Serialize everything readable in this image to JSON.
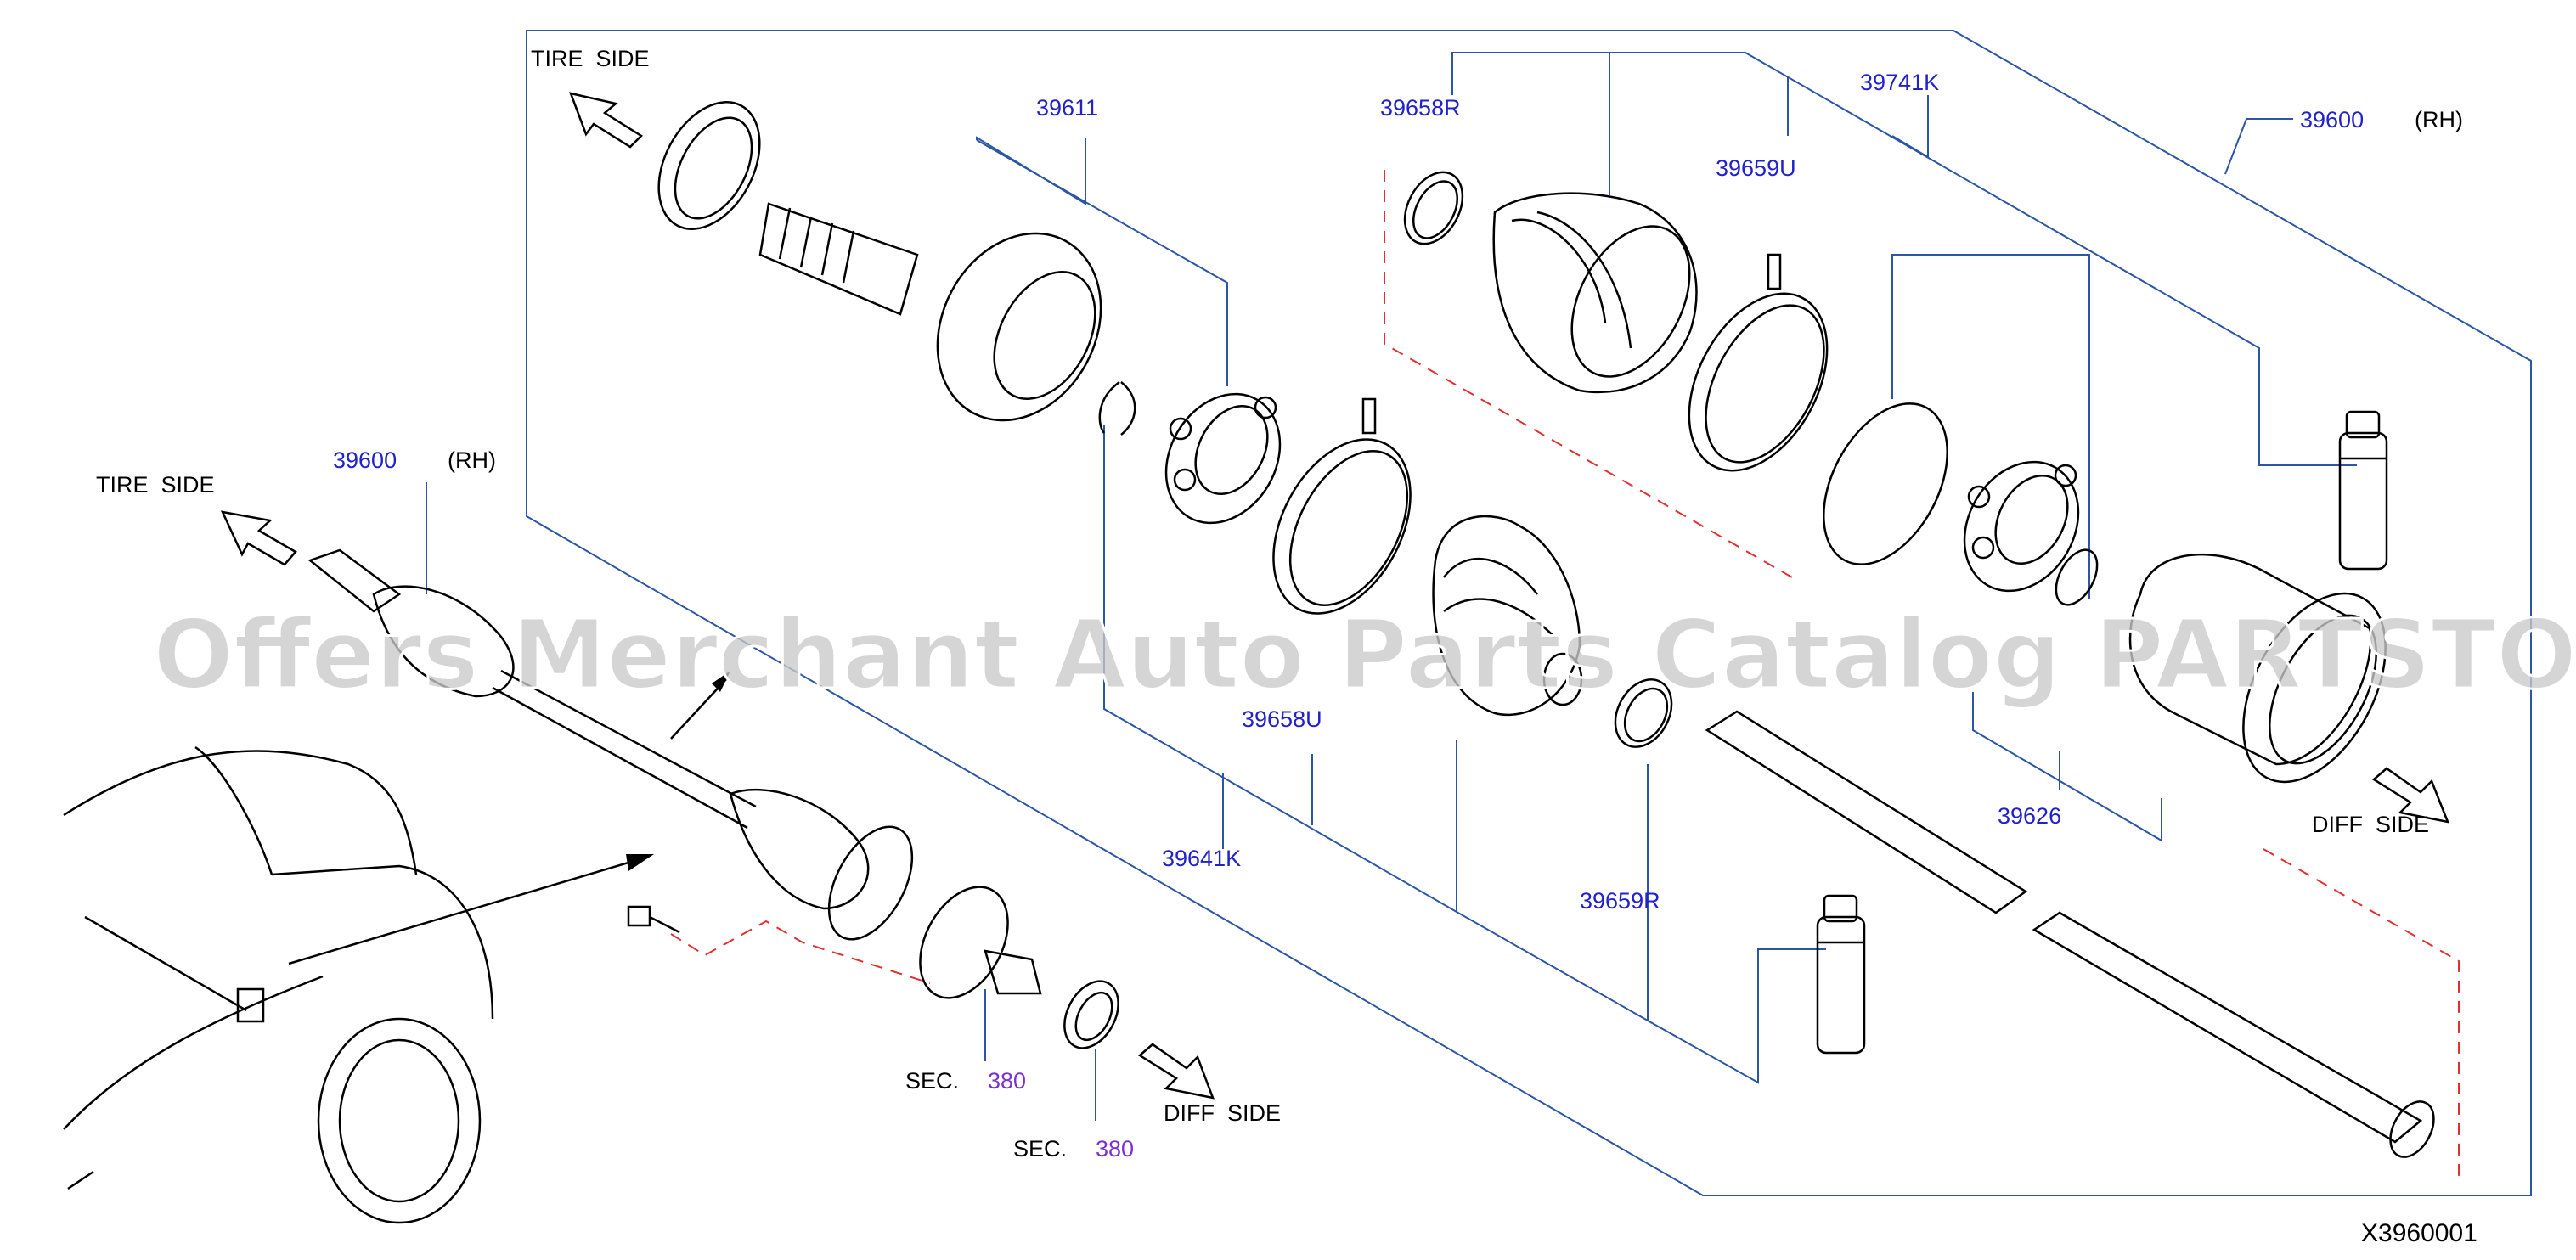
{
  "diagram": {
    "part_numbers": {
      "p39611": "39611",
      "p39658R": "39658R",
      "p39741K": "39741K",
      "p39600_top": "39600",
      "p39659U": "39659U",
      "p39658U": "39658U",
      "p39641K": "39641K",
      "p39659R": "39659R",
      "p39626": "39626",
      "p39600_left": "39600"
    },
    "qualifiers": {
      "rh_top": "(RH)",
      "rh_left": "(RH)"
    },
    "directions": {
      "tire_side_top": "TIRE  SIDE",
      "tire_side_left": "TIRE  SIDE",
      "diff_side_right": "DIFF  SIDE",
      "diff_side_bottom": "DIFF  SIDE"
    },
    "section_refs": {
      "sec1_prefix": "SEC.",
      "sec1_number": "380",
      "sec2_prefix": "SEC.",
      "sec2_number": "380"
    },
    "diagram_code": "X3960001",
    "watermark": "Offers Merchant Auto Parts Catalog PARTSTORE.SA",
    "colors": {
      "part_number": "#2222cc",
      "section_ref": "#7a33cc",
      "leader_line": "#2c55a6",
      "dashed_guide": "#e03030",
      "drawing": "#000000"
    }
  }
}
